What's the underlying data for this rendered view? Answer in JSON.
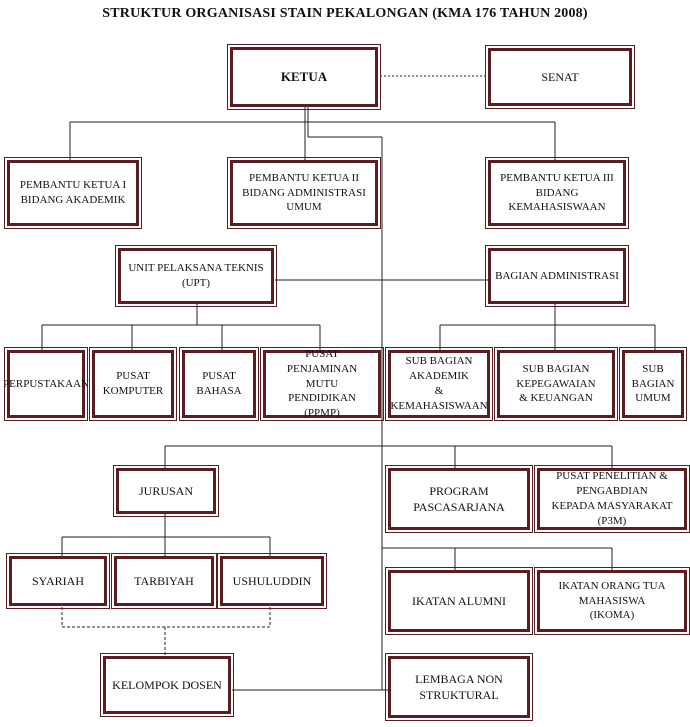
{
  "title": "STRUKTUR ORGANISASI STAIN PEKALONGAN (KMA 176 TAHUN 2008)",
  "boxes": {
    "ketua": "KETUA",
    "senat": "SENAT",
    "pk1": "PEMBANTU KETUA I\nBIDANG AKADEMIK",
    "pk2": "PEMBANTU KETUA II\nBIDANG ADMINISTRASI UMUM",
    "pk3": "PEMBANTU KETUA III\nBIDANG KEMAHASISWAAN",
    "upt": "UNIT PELAKSANA TEKNIS (UPT)",
    "bagian_administrasi": "BAGIAN ADMINISTRASI",
    "perpustakaan": "PERPUSTAKAAN",
    "pusat_komputer": "PUSAT KOMPUTER",
    "pusat_bahasa": "PUSAT BAHASA",
    "ppmp": "PUSAT PENJAMINAN MUTU\nPENDIDIKAN (PPMP)",
    "sub_akademik": "SUB BAGIAN AKADEMIK\n& KEMAHASISWAAN",
    "sub_kepegawaian": "SUB BAGIAN KEPEGAWAIAN\n& KEUANGAN",
    "sub_umum": "SUB BAGIAN\nUMUM",
    "jurusan": "JURUSAN",
    "pascasarjana": "PROGRAM PASCASARJANA",
    "p3m": "PUSAT PENELITIAN & PENGABDIAN\nKEPADA MASYARAKAT (P3M)",
    "syariah": "SYARIAH",
    "tarbiyah": "TARBIYAH",
    "ushuluddin": "USHULUDDIN",
    "ikatan_alumni": "IKATAN ALUMNI",
    "ikoma": "IKATAN ORANG TUA MAHASISWA\n(IKOMA)",
    "kelompok_dosen": "KELOMPOK DOSEN",
    "lembaga_non_struktural": "LEMBAGA NON STRUKTURAL"
  },
  "colors": {
    "border": "#5a1e22",
    "line": "#222222"
  }
}
